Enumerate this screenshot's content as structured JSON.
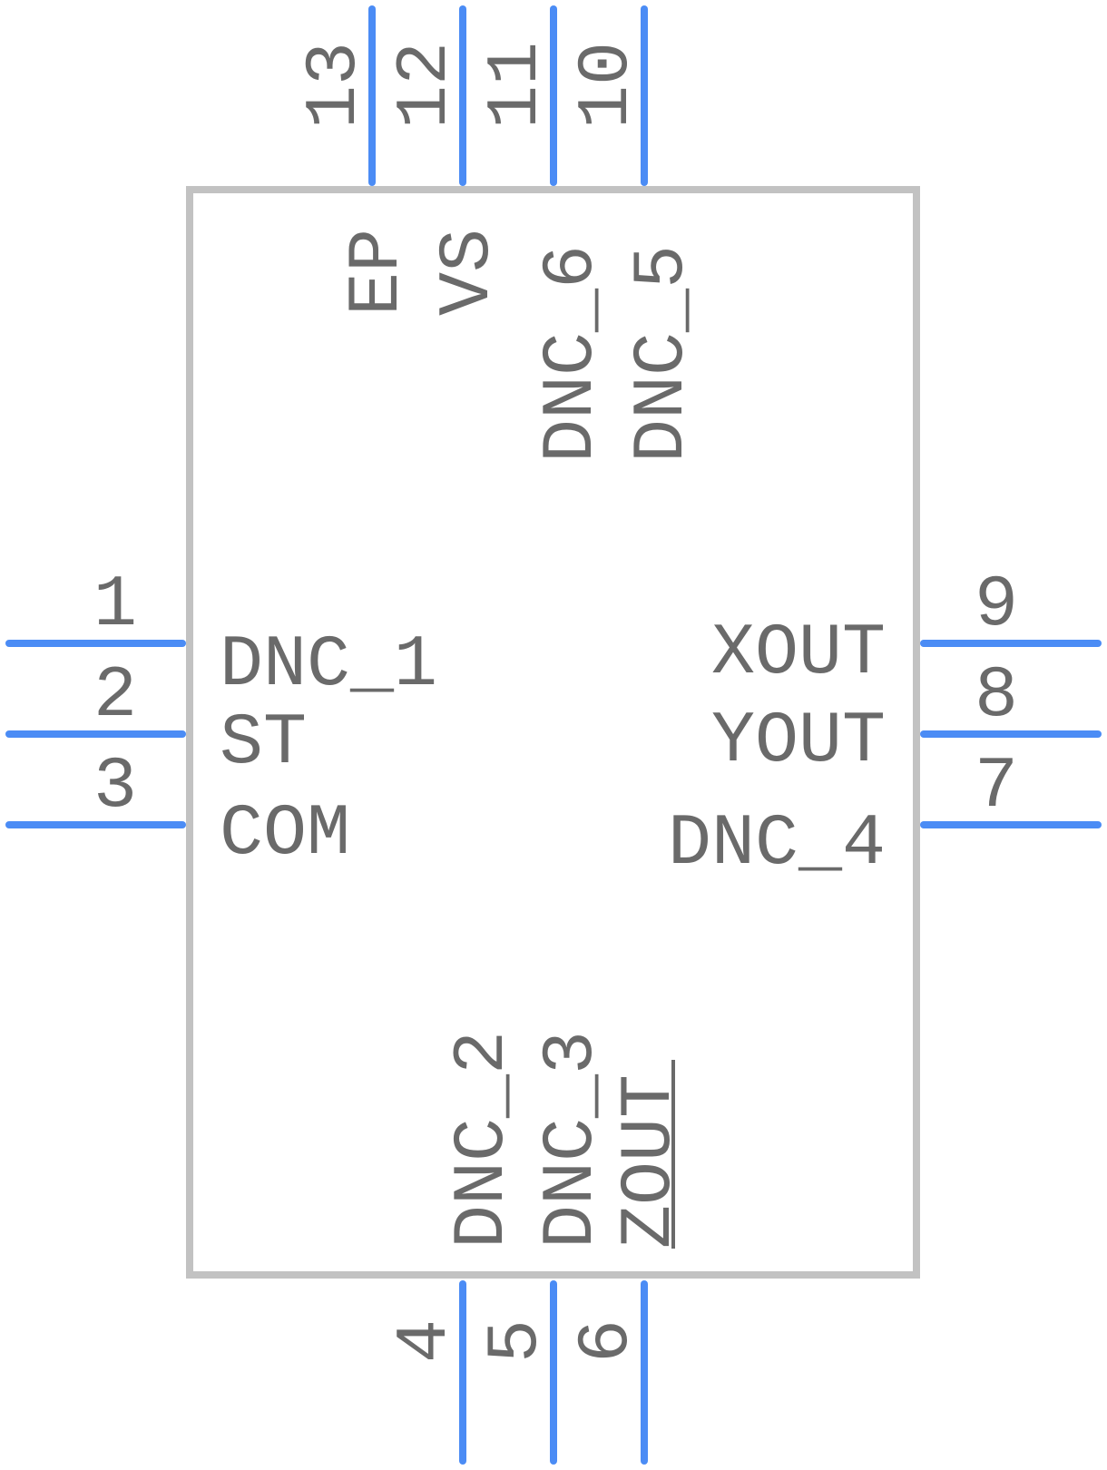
{
  "component": {
    "pins_left": [
      {
        "number": "1",
        "name": "DNC_1"
      },
      {
        "number": "2",
        "name": "ST"
      },
      {
        "number": "3",
        "name": "COM"
      }
    ],
    "pins_right": [
      {
        "number": "9",
        "name": "XOUT"
      },
      {
        "number": "8",
        "name": "YOUT"
      },
      {
        "number": "7",
        "name": "DNC_4"
      }
    ],
    "pins_bottom": [
      {
        "number": "4",
        "name": "DNC_2"
      },
      {
        "number": "5",
        "name": "DNC_3"
      },
      {
        "number": "6",
        "name": "ZOUT",
        "overbar": true
      }
    ],
    "pins_top": [
      {
        "number": "13",
        "name": "EP"
      },
      {
        "number": "12",
        "name": "VS"
      },
      {
        "number": "11",
        "name": "DNC_6"
      },
      {
        "number": "10",
        "name": "DNC_5"
      }
    ]
  },
  "colors": {
    "pin": "#4b8cf5",
    "body_outline": "#c2c2c2",
    "text": "#6a6a6a"
  }
}
